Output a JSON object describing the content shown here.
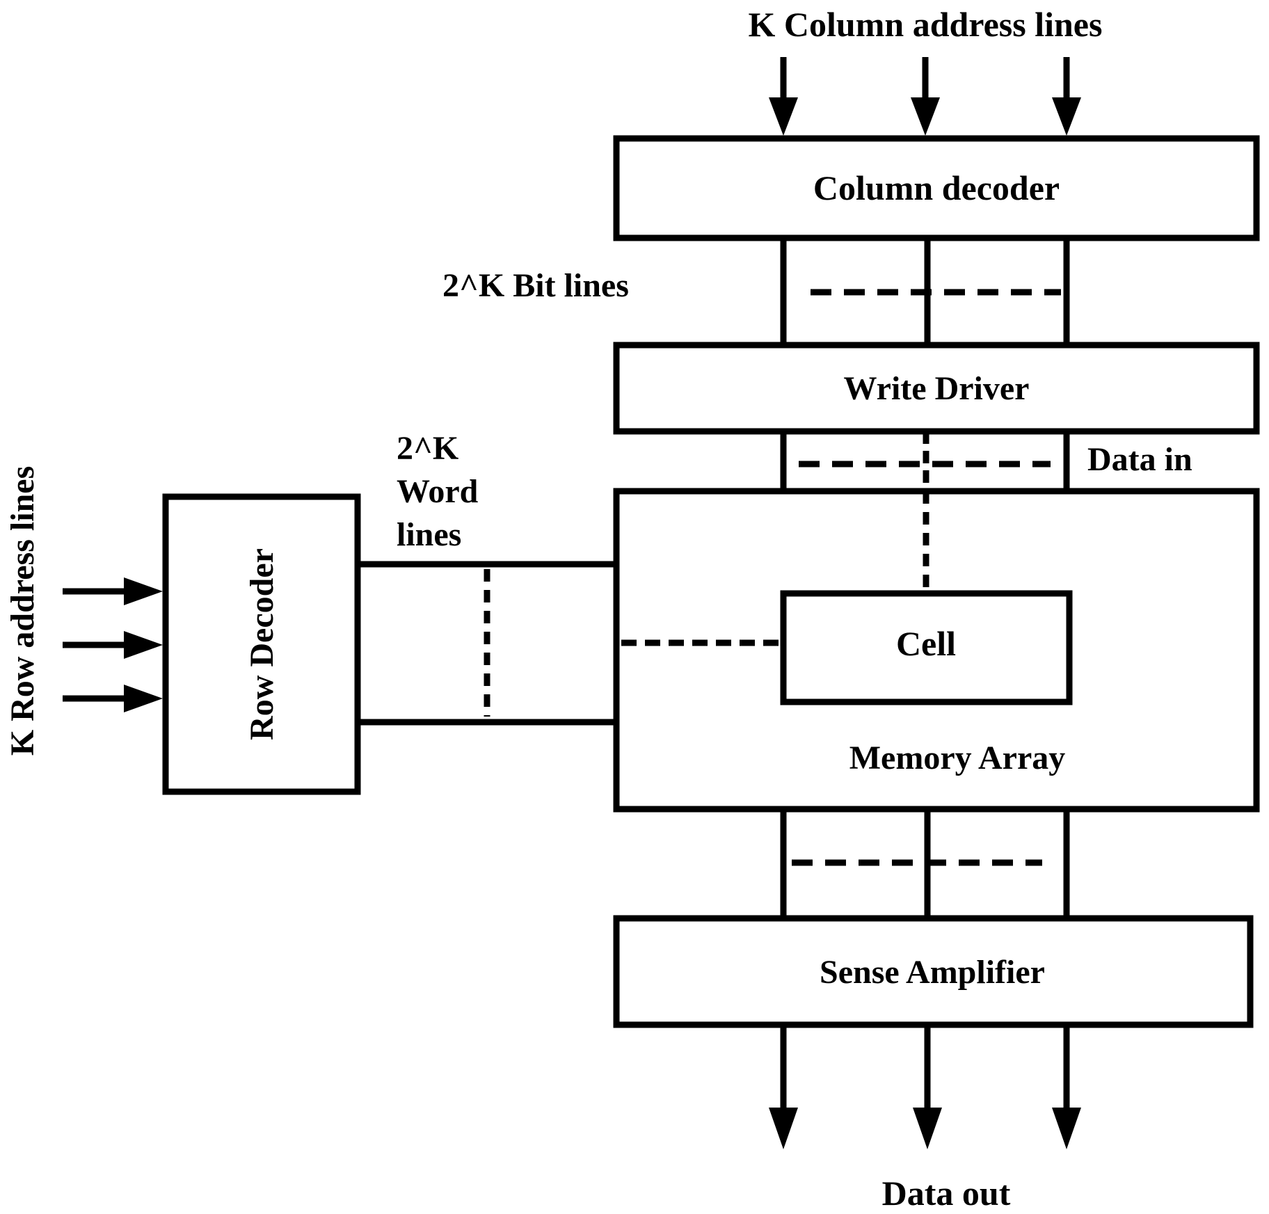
{
  "labels": {
    "column_address": "K Column address lines",
    "row_address": "K Row address lines",
    "bit_lines": "2^K Bit lines",
    "word_lines_1": "2^K",
    "word_lines_2": "Word",
    "word_lines_3": "lines",
    "data_in": "Data in",
    "data_out": "Data out"
  },
  "blocks": {
    "column_decoder": "Column decoder",
    "write_driver": "Write Driver",
    "memory_array": "Memory Array",
    "cell": "Cell",
    "row_decoder": "Row Decoder",
    "sense_amplifier": "Sense Amplifier"
  },
  "colors": {
    "line": "#000000",
    "background": "#ffffff"
  }
}
